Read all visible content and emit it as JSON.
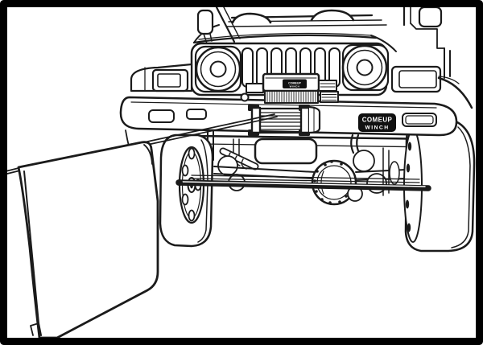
{
  "figure": {
    "alt": "Black-and-white line illustration of a Jeep front end fitted with a winch; a recovery damper blanket is draped over the tensioned winch cable",
    "bumper_badge": {
      "line1": "COMEUP",
      "line2": "WINCH"
    },
    "winch_box_label": {
      "line1": "COMEUP",
      "line2": "WINCH"
    },
    "colors": {
      "background": "#ffffff",
      "line": "#1b1b1b",
      "frame_border": "#000000",
      "badge_background": "#101010",
      "badge_text": "#ffffff"
    }
  }
}
